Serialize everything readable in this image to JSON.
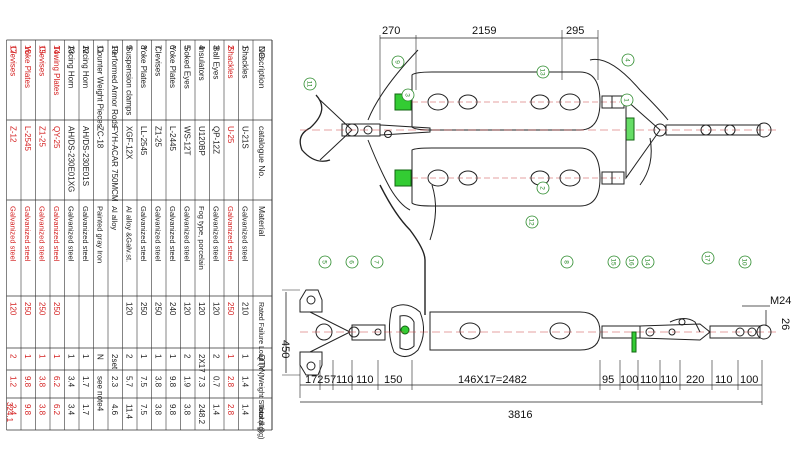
{
  "table": {
    "columns": {
      "no": "NO.",
      "description": "Description",
      "catalogue": "catalogue No.",
      "material": "Material",
      "load": "Rated Failure Load (kN)",
      "qty": "QTY",
      "unit_weight": "Weight Subtotal (kg)",
      "total": "Total (kg)"
    },
    "rows": [
      {
        "no": "1",
        "description": "Shackles",
        "catalogue": "U-21S",
        "material": "Galvanized steel",
        "load": "210",
        "qty": "1",
        "unit_weight": "1.4",
        "total": "1.4",
        "red": false
      },
      {
        "no": "2",
        "description": "Shackles",
        "catalogue": "U-25",
        "material": "Galvanized steel",
        "load": "250",
        "qty": "1",
        "unit_weight": "2.8",
        "total": "2.8",
        "red": true
      },
      {
        "no": "3",
        "description": "Ball Eyes",
        "catalogue": "QP-12Z",
        "material": "Galvanized steel",
        "load": "120",
        "qty": "2",
        "unit_weight": "0.7",
        "total": "1.4",
        "red": false
      },
      {
        "no": "4",
        "description": "Insulators",
        "catalogue": "U120BP",
        "material": "Fog type, porcelain",
        "load": "120",
        "qty": "2X17",
        "unit_weight": "7.3",
        "total": "248.2",
        "red": false
      },
      {
        "no": "5",
        "description": "Soked Eyes",
        "catalogue": "WS-12T",
        "material": "Galvanized steel",
        "load": "120",
        "qty": "2",
        "unit_weight": "1.9",
        "total": "3.8",
        "red": false
      },
      {
        "no": "6",
        "description": "Yoke Plates",
        "catalogue": "L-2445",
        "material": "Galvanized steel",
        "load": "240",
        "qty": "1",
        "unit_weight": "9.8",
        "total": "9.8",
        "red": false
      },
      {
        "no": "7",
        "description": "Clevises",
        "catalogue": "Z1-25",
        "material": "Galvanized steel",
        "load": "250",
        "qty": "1",
        "unit_weight": "3.8",
        "total": "3.8",
        "red": false
      },
      {
        "no": "8",
        "description": "Yoke Plates",
        "catalogue": "LL-2545",
        "material": "Galvanized steel",
        "load": "250",
        "qty": "1",
        "unit_weight": "7.5",
        "total": "7.5",
        "red": false
      },
      {
        "no": "9",
        "description": "Suspension clamps",
        "catalogue": "XGF-12X",
        "material": "Al alloy &Galv.st.",
        "load": "120",
        "qty": "2",
        "unit_weight": "5.7",
        "total": "11.4",
        "red": false
      },
      {
        "no": "10",
        "description": "Performed Armor Rods",
        "catalogue": "FYH-ACAR 750MCM",
        "material": "Al alloy",
        "load": "",
        "qty": "2set",
        "unit_weight": "2.3",
        "total": "4.6",
        "red": false
      },
      {
        "no": "11",
        "description": "Counter Weight Pieces",
        "catalogue": "ZC-18",
        "material": "Painted gray Iron",
        "load": "",
        "qty": "N",
        "unit_weight": "see note4",
        "total": "",
        "red": false
      },
      {
        "no": "12",
        "description": "Arcing Horn",
        "catalogue": "AH/DS-230E01S",
        "material": "Galvanized steel",
        "load": "",
        "qty": "1",
        "unit_weight": "1.7",
        "total": "1.7",
        "red": false
      },
      {
        "no": "13",
        "description": "Arcing Horn",
        "catalogue": "AH/DS-230E01XG",
        "material": "Galvanized steel",
        "load": "",
        "qty": "1",
        "unit_weight": "3.4",
        "total": "3.4",
        "red": false
      },
      {
        "no": "14",
        "description": "Towing Plates",
        "catalogue": "QY-25",
        "material": "Galvanized steel",
        "load": "250",
        "qty": "1",
        "unit_weight": "6.2",
        "total": "6.2",
        "red": true
      },
      {
        "no": "15",
        "description": "Clevises",
        "catalogue": "Z1-25",
        "material": "Galvanized steel",
        "load": "250",
        "qty": "1",
        "unit_weight": "3.8",
        "total": "3.8",
        "red": true
      },
      {
        "no": "16",
        "description": "Yoke Plates",
        "catalogue": "L-2545",
        "material": "Galvanized steel",
        "load": "250",
        "qty": "1",
        "unit_weight": "9.8",
        "total": "9.8",
        "red": true
      },
      {
        "no": "17",
        "description": "Clevises",
        "catalogue": "Z-12",
        "material": "Galvanized steel",
        "load": "120",
        "qty": "2",
        "unit_weight": "1.2",
        "total": "2.4",
        "red": true
      }
    ],
    "grand_total": "324.1"
  },
  "drawing": {
    "dimensions": {
      "d270": "270",
      "d2159": "2159",
      "d295": "295",
      "d450": "450",
      "d172": "172",
      "d57": "57",
      "d110a": "110",
      "d110b": "110",
      "d150": "150",
      "d_insulators": "146X17=2482",
      "d95": "95",
      "d100a": "100",
      "d110c": "110",
      "d110d": "110",
      "d220": "220",
      "d110e": "110",
      "d100b": "100",
      "d3816": "3816",
      "m24": "M24",
      "d26": "26"
    },
    "balloons": [
      "11",
      "9",
      "3",
      "12",
      "13",
      "4",
      "1",
      "2",
      "5",
      "6",
      "7",
      "8",
      "15",
      "16",
      "14",
      "17",
      "10"
    ]
  },
  "colors": {
    "red": "#d42020",
    "line": "#222222",
    "green": "#33cc33",
    "balloon": "#2a8a2a"
  }
}
